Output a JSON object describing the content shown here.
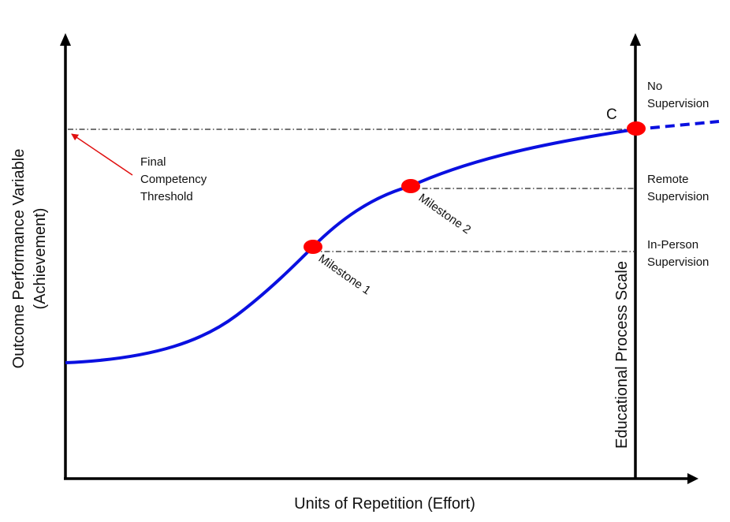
{
  "x_axis_label": "Units of Repetition (Effort)",
  "y_axis_label_line1": "Outcome Performance Variable",
  "y_axis_label_line2": "(Achievement)",
  "right_axis_label": "Educational Process Scale",
  "threshold_annotation": [
    "Final",
    "Competency",
    "Threshold"
  ],
  "point_c_label": "C",
  "milestone_1_label": "Milestone 1",
  "milestone_2_label": "Milestone 2",
  "supervision_levels": {
    "no": [
      "No",
      "Supervision"
    ],
    "remote": [
      "Remote",
      "Supervision"
    ],
    "in_person": [
      "In-Person",
      "Supervision"
    ]
  },
  "colors": {
    "curve": "#0a10e0",
    "markers": "#ff0000",
    "arrow": "#e01010",
    "axes": "#000000"
  }
}
